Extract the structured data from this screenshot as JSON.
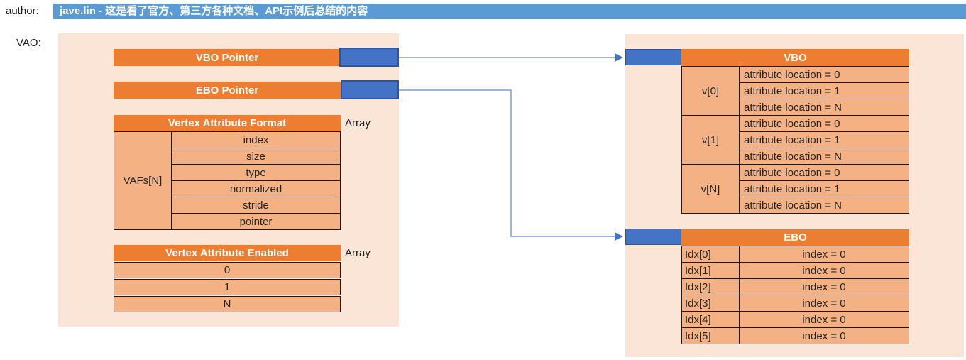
{
  "page": {
    "author_label": "author:",
    "title": "jave.lin - 这是看了官方、第三方各种文档、API示例后总结的内容",
    "vao_label": "VAO:"
  },
  "left_panel": {
    "vbo_pointer_label": "VBO Pointer",
    "ebo_pointer_label": "EBO Pointer",
    "vaf": {
      "title": "Vertex Attribute Format",
      "array_label": "Array",
      "row_header": "VAFs[N]",
      "rows": [
        "index",
        "size",
        "type",
        "normalized",
        "stride",
        "pointer"
      ]
    },
    "vae": {
      "title": "Vertex Attribute Enabled",
      "array_label": "Array",
      "rows": [
        "0",
        "1",
        "N"
      ]
    }
  },
  "right_panel": {
    "vbo": {
      "title": "VBO",
      "groups": [
        {
          "label": "v[0]",
          "rows": [
            "attribute location = 0",
            "attribute location = 1",
            "attribute location = N"
          ]
        },
        {
          "label": "v[1]",
          "rows": [
            "attribute location = 0",
            "attribute location = 1",
            "attribute location = N"
          ]
        },
        {
          "label": "v[N]",
          "rows": [
            "attribute location = 0",
            "attribute location = 1",
            "attribute location = N"
          ]
        }
      ]
    },
    "ebo": {
      "title": "EBO",
      "rows": [
        {
          "label": "Idx[0]",
          "value": "index = 0"
        },
        {
          "label": "Idx[1]",
          "value": "index = 0"
        },
        {
          "label": "Idx[2]",
          "value": "index = 0"
        },
        {
          "label": "Idx[3]",
          "value": "index = 0"
        },
        {
          "label": "Idx[4]",
          "value": "index = 0"
        },
        {
          "label": "Idx[5]",
          "value": "index = 0"
        }
      ]
    }
  },
  "colors": {
    "title_bar_blue": "#5B9BD5",
    "header_orange": "#ED7D31",
    "cell_orange": "#F4B183",
    "panel_peach": "#FBE5D6",
    "pointer_box_blue": "#4472C4",
    "pointer_box_border": "#2F5597",
    "connector_blue": "#7C9BD4",
    "table_border": "#1a1a1a"
  }
}
